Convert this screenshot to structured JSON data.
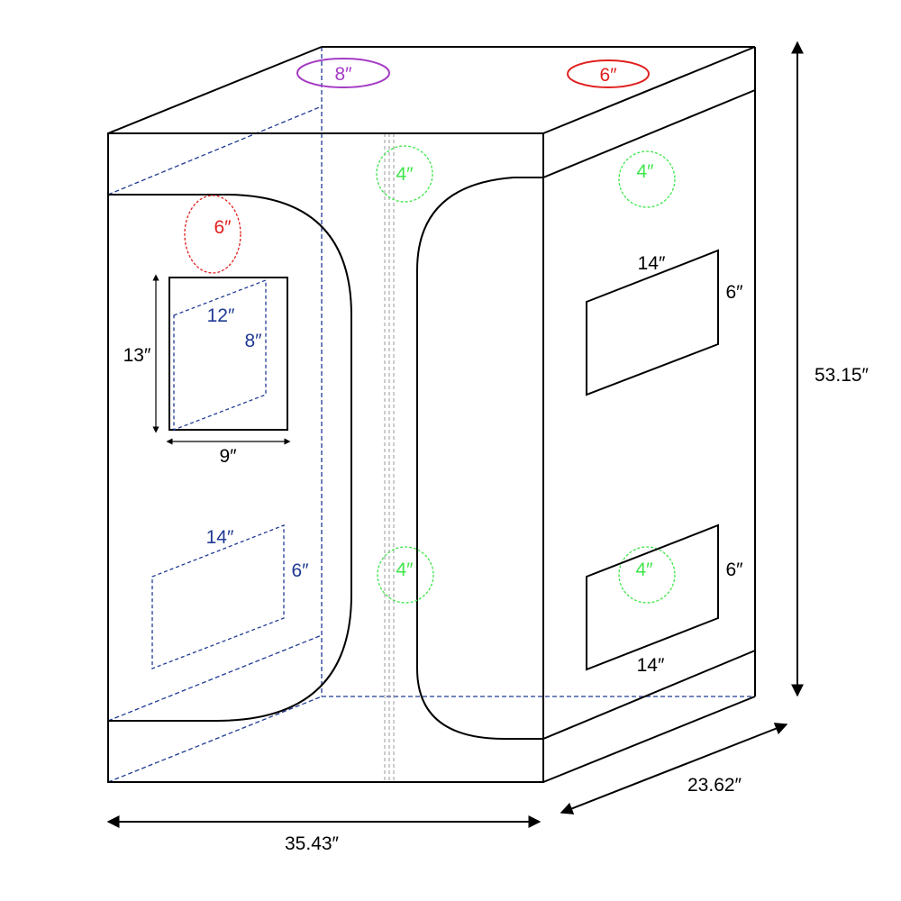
{
  "colors": {
    "outline": "#000000",
    "inner_dashed": "#1f3a93",
    "vent_purple": "#a43bc4",
    "vent_red": "#e0201e",
    "vent_green": "#3ee64a",
    "label_blue": "#1f3a93"
  },
  "dimensions": {
    "height": "53.15″",
    "width": "35.43″",
    "depth": "23.62″"
  },
  "vents": {
    "top_left": "8″",
    "top_right": "6″",
    "front_upper": "6″"
  },
  "socks": {
    "front_top": "4″",
    "front_middle": "4″",
    "side_top": "4″",
    "side_lower": "4″"
  },
  "front_window": {
    "outer_height": "13″",
    "outer_width": "9″",
    "inner_width": "12″",
    "inner_height": "8″"
  },
  "front_lower_window": {
    "width": "14″",
    "height": "6″"
  },
  "side_upper_window": {
    "width": "14″",
    "height": "6″"
  },
  "side_lower_window": {
    "width": "14″",
    "height": "6″"
  }
}
